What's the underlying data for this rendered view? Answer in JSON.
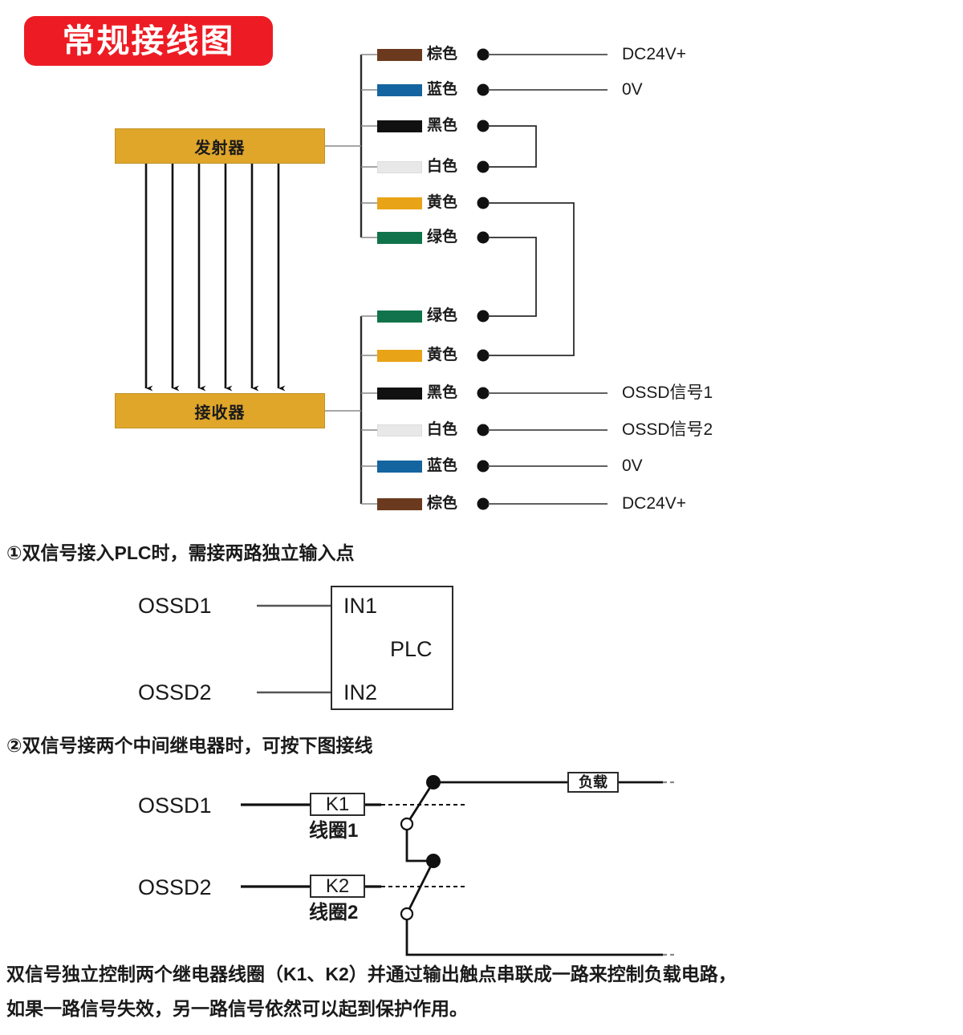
{
  "title_badge": {
    "label": "常规接线图",
    "bg_color": "#ED1C24",
    "text_color": "#FFFFFF"
  },
  "devices": {
    "transmitter": {
      "label": "发射器",
      "color": "#E0A62A"
    },
    "receiver": {
      "label": "接收器",
      "color": "#E0A62A"
    },
    "beam_arrow_count": 6
  },
  "transmitter_wires": [
    {
      "name": "棕色",
      "color": "#6B3A1E",
      "function": "DC24V+",
      "routing": "external"
    },
    {
      "name": "蓝色",
      "color": "#1464A0",
      "function": "0V",
      "routing": "external"
    },
    {
      "name": "黑色",
      "color": "#111111",
      "function": "",
      "routing": "loop-white"
    },
    {
      "name": "白色",
      "color": "#E8E8E8",
      "function": "",
      "routing": "loop-black"
    },
    {
      "name": "黄色",
      "color": "#E8A317",
      "function": "",
      "routing": "loop-rx-yellow"
    },
    {
      "name": "绿色",
      "color": "#11734B",
      "function": "",
      "routing": "loop-rx-green"
    }
  ],
  "receiver_wires": [
    {
      "name": "绿色",
      "color": "#11734B",
      "function": "",
      "routing": "loop-tx-green"
    },
    {
      "name": "黄色",
      "color": "#E8A317",
      "function": "",
      "routing": "loop-tx-yellow"
    },
    {
      "name": "黑色",
      "color": "#111111",
      "function": "OSSD信号1",
      "routing": "external"
    },
    {
      "name": "白色",
      "color": "#E8E8E8",
      "function": "OSSD信号2",
      "routing": "external"
    },
    {
      "name": "蓝色",
      "color": "#1464A0",
      "function": "0V",
      "routing": "external"
    },
    {
      "name": "棕色",
      "color": "#6B3A1E",
      "function": "DC24V+",
      "routing": "external"
    }
  ],
  "note_one": {
    "text": "①双信号接入PLC时，需接两路独立输入点",
    "diagram": {
      "input_1_label": "OSSD1",
      "input_2_label": "OSSD2",
      "terminal_1_label": "IN1",
      "terminal_2_label": "IN2",
      "device_label": "PLC"
    }
  },
  "note_two": {
    "text": "②双信号接两个中间继电器时，可按下图接线",
    "diagram": {
      "input_1_label": "OSSD1",
      "input_2_label": "OSSD2",
      "relay_1_label": "K1",
      "relay_1_coil_label": "线圈1",
      "relay_2_label": "K2",
      "relay_2_coil_label": "线圈2",
      "load_label": "负载"
    }
  },
  "summary": {
    "line1": "双信号独立控制两个继电器线圈（K1、K2）并通过输出触点串联成一路来控制负载电路，",
    "line2": "如果一路信号失效，另一路信号依然可以起到保护作用。"
  }
}
